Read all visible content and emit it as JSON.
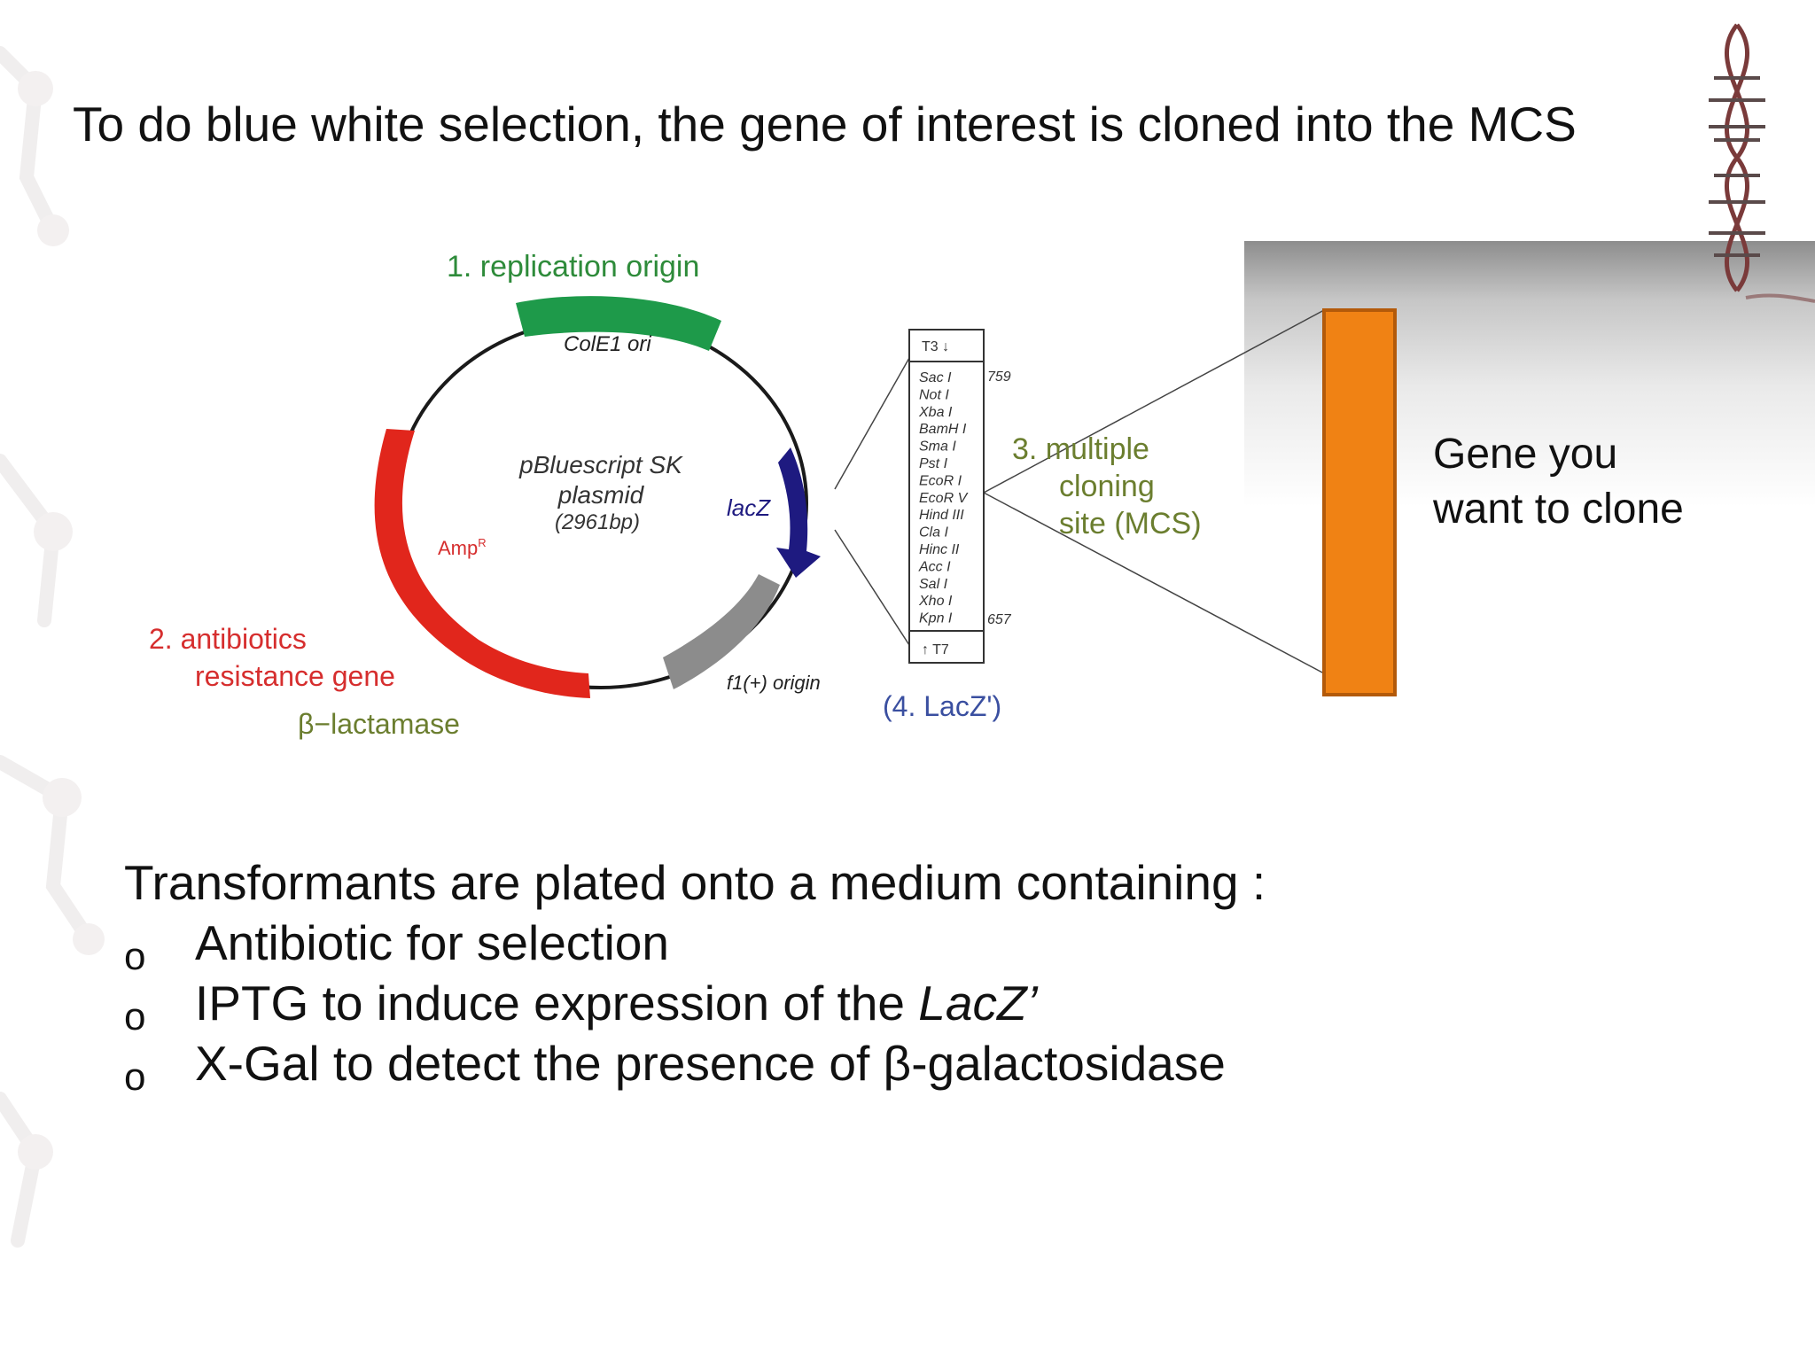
{
  "slide": {
    "title": "To do blue white selection, the gene of interest is cloned into the MCS",
    "gene_label": {
      "line1": "Gene you",
      "line2": "want to clone"
    },
    "colors": {
      "ori_green": "#1e9a4a",
      "amp_red": "#e1261c",
      "lacz_navy": "#1e1a80",
      "f1_gray": "#8c8c8c",
      "gene_orange": "#f08214",
      "label_green": "#2e8b3a",
      "label_red": "#d62e2e",
      "label_olive": "#6b7e2f",
      "label_blue": "#3a4fa0"
    },
    "transform": {
      "intro": "Transformants are plated onto a medium containing :",
      "bullets": [
        {
          "symbol": "o",
          "text": "Antibiotic for selection"
        },
        {
          "symbol": "o",
          "text_plain": "IPTG to induce expression of the ",
          "text_italic": "LacZ’"
        },
        {
          "symbol": "o",
          "text": "X-Gal to detect the presence of β-galactosidase"
        }
      ]
    }
  },
  "plasmid": {
    "name_line1": "pBluescript SK",
    "name_line2": "plasmid",
    "size": "(2961bp)",
    "segments": {
      "ori": "ColE1 ori",
      "amp": "Amp",
      "amp_sup": "R",
      "lacz": "lacZ",
      "f1": "f1(+) origin"
    },
    "callouts": {
      "replication": "1. replication origin",
      "antibiotic_line1": "2. antibiotics",
      "antibiotic_line2": "resistance gene",
      "lactamase": "β−lactamase",
      "mcs_line1": "3. multiple",
      "mcs_line2": "cloning",
      "mcs_line3": "site (MCS)",
      "lacz_prime": "(4. LacZ')"
    }
  },
  "mcs_box": {
    "top_label": "T3 ↓",
    "bottom_label": "↑ T7",
    "pos_top": "759",
    "pos_bottom": "657",
    "sites": [
      "Sac I",
      "Not I",
      "Xba I",
      "BamH I",
      "Sma I",
      "Pst I",
      "EcoR I",
      "EcoR V",
      "Hind III",
      "Cla I",
      "Hinc II",
      "Acc I",
      "Sal I",
      "Xho I",
      "Kpn I"
    ]
  }
}
